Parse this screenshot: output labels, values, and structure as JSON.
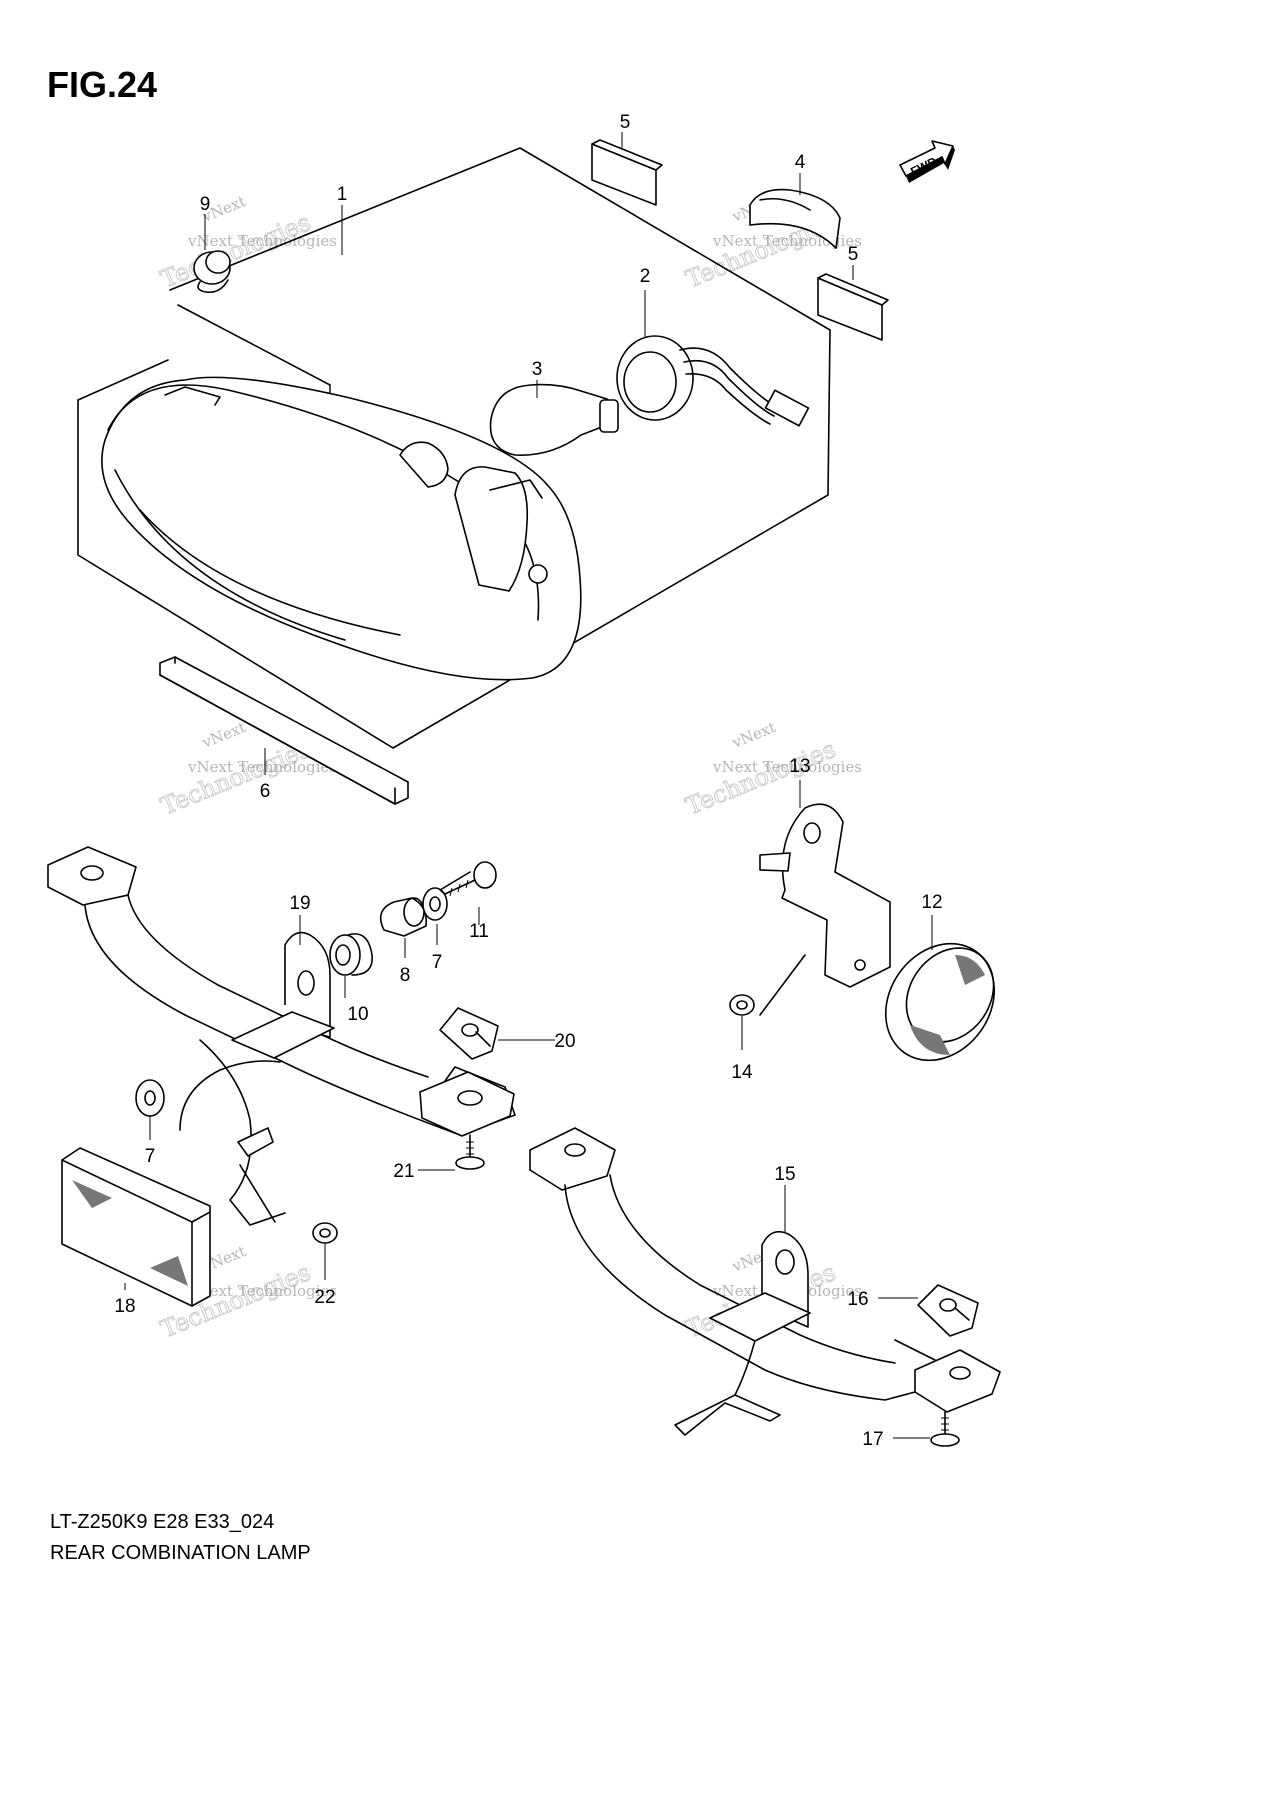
{
  "figure": {
    "title": "FIG.24",
    "model_code": "LT-Z250K9 E28 E33_024",
    "caption": "REAR COMBINATION LAMP",
    "fwd_label": "FWD"
  },
  "watermark": {
    "line1": "vNext",
    "line2": "vNext Technologies",
    "line3": "Technologies"
  },
  "callouts": [
    {
      "id": "c1",
      "label": "1"
    },
    {
      "id": "c2",
      "label": "2"
    },
    {
      "id": "c3",
      "label": "3"
    },
    {
      "id": "c4",
      "label": "4"
    },
    {
      "id": "c5a",
      "label": "5"
    },
    {
      "id": "c5b",
      "label": "5"
    },
    {
      "id": "c6",
      "label": "6"
    },
    {
      "id": "c7a",
      "label": "7"
    },
    {
      "id": "c7b",
      "label": "7"
    },
    {
      "id": "c8",
      "label": "8"
    },
    {
      "id": "c9",
      "label": "9"
    },
    {
      "id": "c10",
      "label": "10"
    },
    {
      "id": "c11",
      "label": "11"
    },
    {
      "id": "c12",
      "label": "12"
    },
    {
      "id": "c13",
      "label": "13"
    },
    {
      "id": "c14",
      "label": "14"
    },
    {
      "id": "c15",
      "label": "15"
    },
    {
      "id": "c16",
      "label": "16"
    },
    {
      "id": "c17",
      "label": "17"
    },
    {
      "id": "c18",
      "label": "18"
    },
    {
      "id": "c19",
      "label": "19"
    },
    {
      "id": "c20",
      "label": "20"
    },
    {
      "id": "c21",
      "label": "21"
    },
    {
      "id": "c22",
      "label": "22"
    }
  ]
}
